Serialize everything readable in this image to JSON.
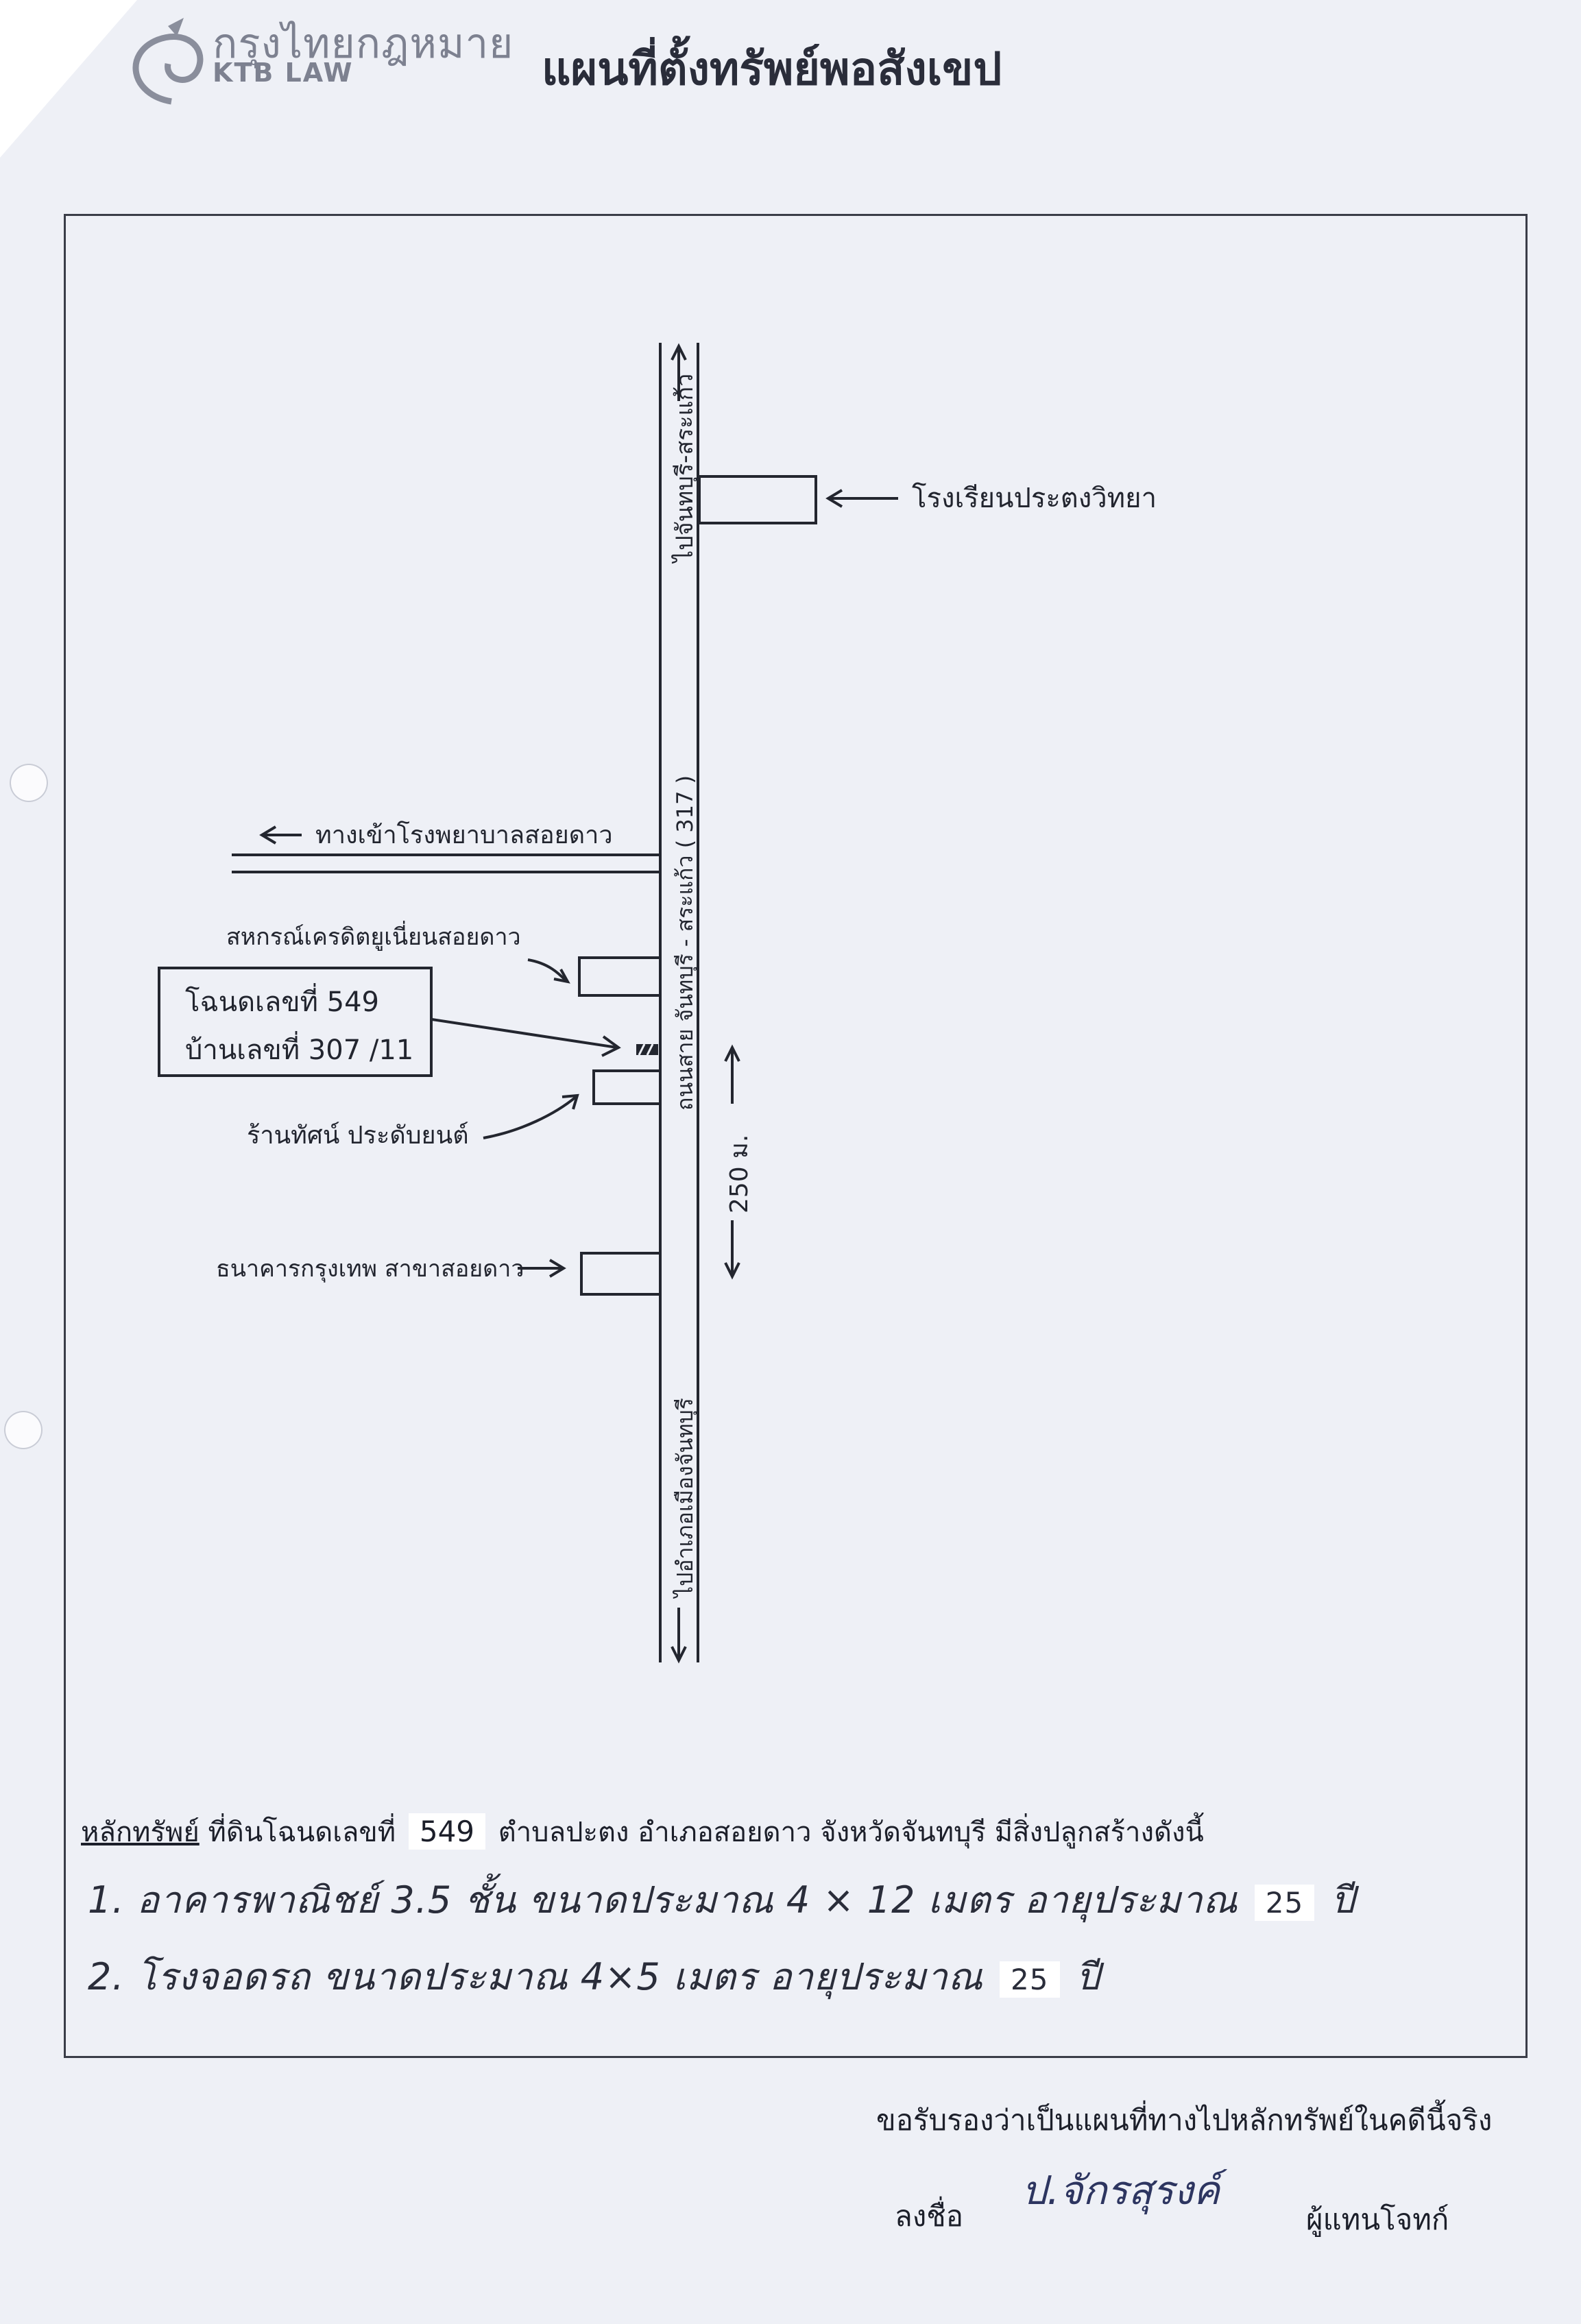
{
  "header": {
    "logo_thai": "กรุงไทยกฎหมาย",
    "logo_en": "KTB LAW",
    "title": "แผนที่ตั้งทรัพย์พอสังเขป"
  },
  "map": {
    "road_north_label": "ไปจันทบุรี-สระแก้ว",
    "road_main_label": "ถนนสาย จันทบุรี - สระแก้ว ( 317 )",
    "road_south_label": "ไปอำเภอเมืองจันทบุรี",
    "school_label": "โรงเรียนประตงวิทยา",
    "side_road_label": "ทางเข้าโรงพยาบาลสอยดาว",
    "coop_label": "สหกรณ์เครดิตยูเนี่ยนสอยดาว",
    "deed_line1": "โฉนดเลขที่ 549",
    "deed_line2": "บ้านเลขที่ 307 /11",
    "shop_label": "ร้านทัศน์ ประดับยนต์",
    "bank_label": "ธนาคารกรุงเทพ สาขาสอยดาว",
    "distance_label": "250 ม."
  },
  "caption": {
    "heading": "หลักทรัพย์",
    "text_before": "ที่ดินโฉนดเลขที่",
    "deed_no": "549",
    "text_after": "ตำบลปะตง อำเภอสอยดาว จังหวัดจันทบุรี มีสิ่งปลูกสร้างดังนี้",
    "item1_text": "1. อาคารพาณิชย์ 3.5 ชั้น ขนาดประมาณ 4 × 12 เมตร อายุประมาณ",
    "item1_age": "25",
    "item1_unit": "ปี",
    "item2_text": "2. โรงจอดรถ ขนาดประมาณ 4×5 เมตร อายุประมาณ",
    "item2_age": "25",
    "item2_unit": "ปี"
  },
  "footer": {
    "certify": "ขอรับรองว่าเป็นแผนที่ทางไปหลักทรัพย์ในคดีนี้จริง",
    "sign_label": "ลงชื่อ",
    "signature": "ป.จักรสุรงค์",
    "role": "ผู้แทนโจทก์"
  }
}
